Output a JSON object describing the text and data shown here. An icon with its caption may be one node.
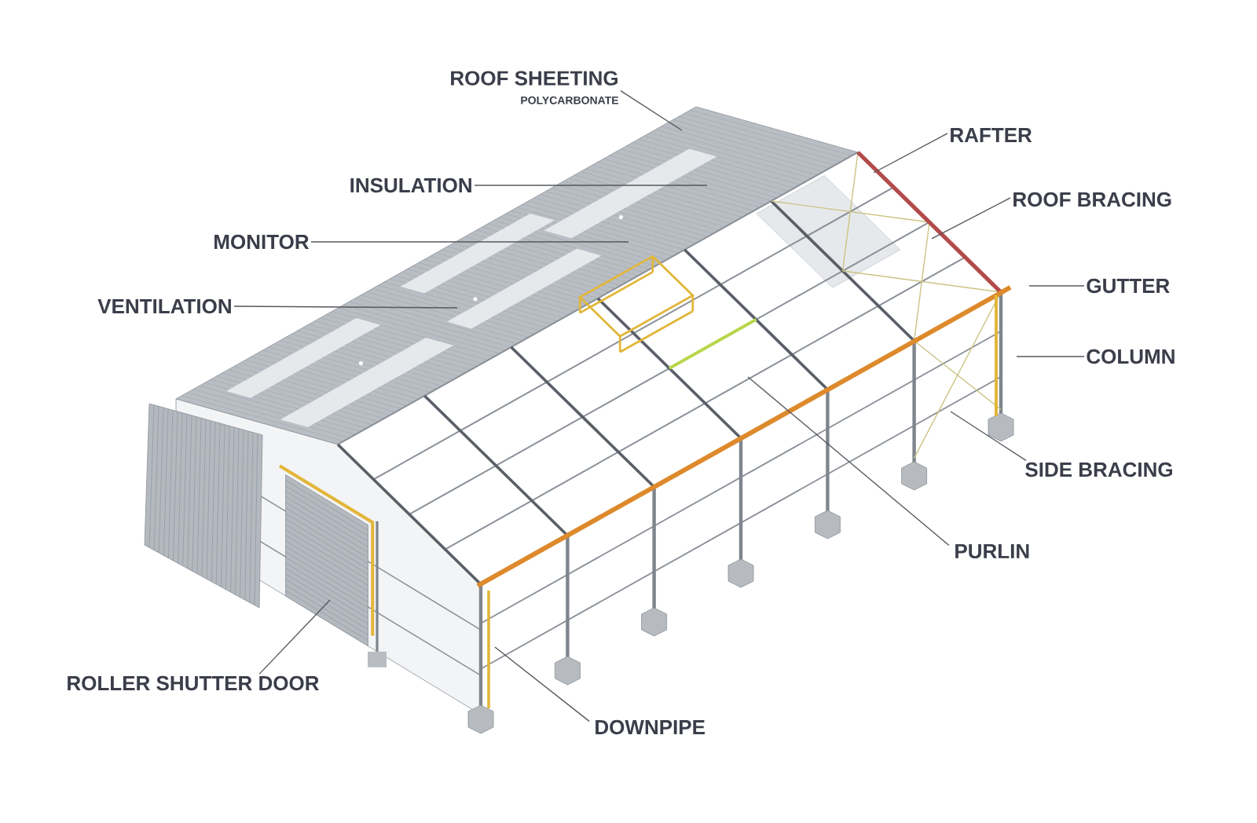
{
  "diagram": {
    "nodes": [
      {
        "text": [
          "ROOF SHEETING",
          "POLYCARBONATE"
        ]
      },
      {
        "text": [
          "INSULATION"
        ]
      },
      {
        "text": [
          "MONITOR"
        ]
      },
      {
        "text": [
          "VENTILATION"
        ]
      },
      {
        "text": [
          "RAFTER"
        ]
      },
      {
        "text": [
          "ROOF BRACING"
        ]
      },
      {
        "text": [
          "GUTTER"
        ]
      },
      {
        "text": [
          "COLUMN"
        ]
      },
      {
        "text": [
          "SIDE BRACING"
        ]
      },
      {
        "text": [
          "PURLIN"
        ]
      },
      {
        "text": [
          "ROLLER SHUTTER DOOR"
        ]
      },
      {
        "text": [
          "DOWNPIPE"
        ]
      }
    ],
    "edges": [
      {
        "from": 0,
        "to": null,
        "arrow": "none"
      },
      {
        "from": 1,
        "to": null,
        "arrow": "none"
      },
      {
        "from": 2,
        "to": null,
        "arrow": "none"
      },
      {
        "from": 3,
        "to": null,
        "arrow": "none"
      },
      {
        "from": 4,
        "to": null,
        "arrow": "none"
      },
      {
        "from": 5,
        "to": null,
        "arrow": "none"
      },
      {
        "from": 6,
        "to": null,
        "arrow": "none"
      },
      {
        "from": 7,
        "to": null,
        "arrow": "none"
      },
      {
        "from": 8,
        "to": null,
        "arrow": "none"
      },
      {
        "from": 9,
        "to": null,
        "arrow": "none"
      },
      {
        "from": 10,
        "to": null,
        "arrow": "none"
      },
      {
        "from": 11,
        "to": null,
        "arrow": "none"
      }
    ]
  }
}
